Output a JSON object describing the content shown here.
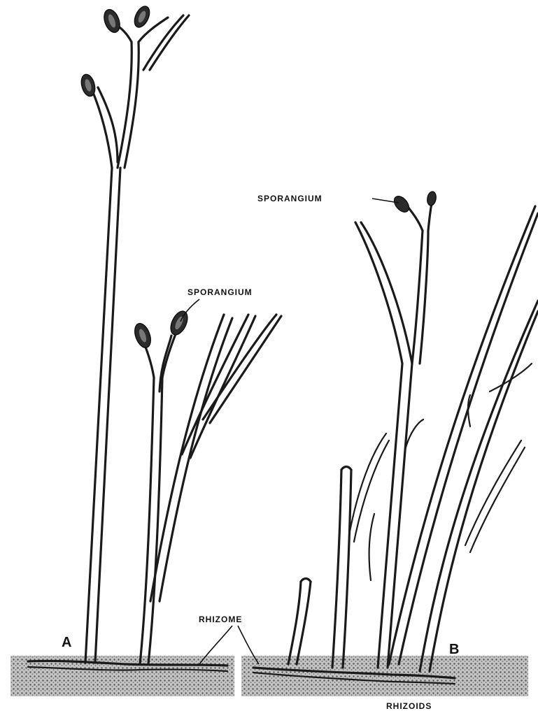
{
  "labels": {
    "panel_a": "A",
    "panel_b": "B",
    "sporangium_a": "SPORANGIUM",
    "sporangium_b": "SPORANGIUM",
    "rhizome": "RHIZOME",
    "rhizoids": "RHIZOIDS"
  },
  "colors": {
    "ink": "#1a1a1a",
    "ground": "#6a6a6a",
    "background": "#ffffff"
  }
}
